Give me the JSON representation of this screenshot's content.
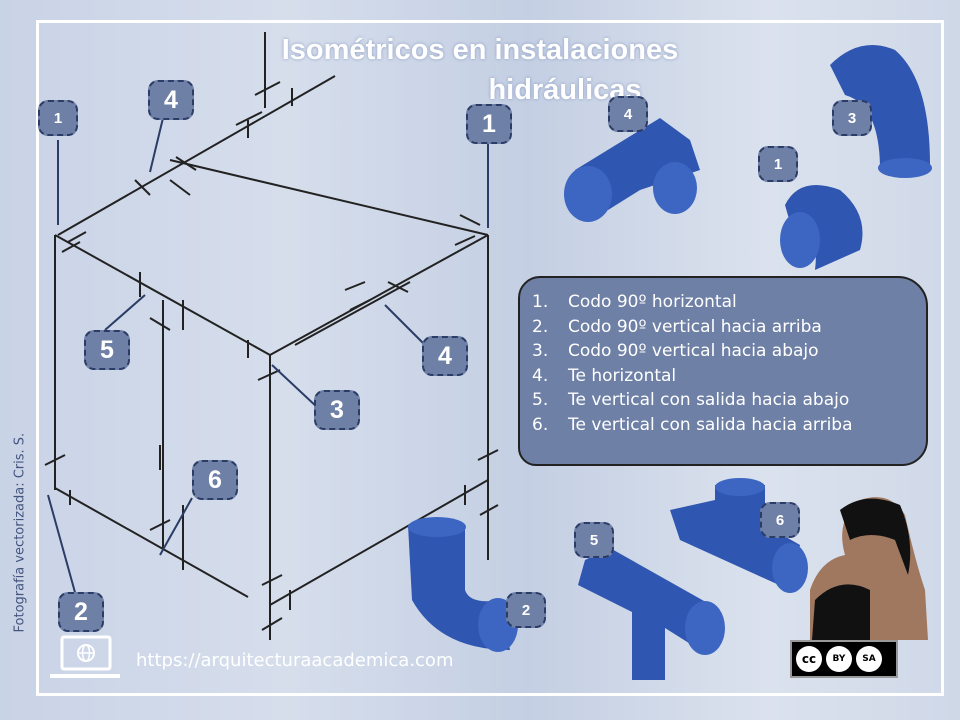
{
  "title_line1": "Isométricos en instalaciones",
  "title_line2": "hidráulicas",
  "diagram_labels": {
    "l1a": "1",
    "l4a": "4",
    "l1b": "1",
    "l5": "5",
    "l4b": "4",
    "l3": "3",
    "l6": "6",
    "l2": "2"
  },
  "fitting_labels": {
    "f4": "4",
    "f3": "3",
    "f1": "1",
    "f2": "2",
    "f5": "5",
    "f6": "6"
  },
  "legend": [
    {
      "n": "1.",
      "text": "Codo 90º horizontal"
    },
    {
      "n": "2.",
      "text": "Codo 90º vertical hacia arriba"
    },
    {
      "n": "3.",
      "text": "Codo 90º vertical hacia abajo"
    },
    {
      "n": "4.",
      "text": "Te horizontal"
    },
    {
      "n": "5.",
      "text": "Te vertical con salida hacia abajo"
    },
    {
      "n": "6.",
      "text": "Te vertical con salida hacia arriba"
    }
  ],
  "credit": "Fotografía vectorizada: Cris. S.",
  "url": "https://arquitecturaacademica.com",
  "license": {
    "cc": "cc",
    "by": "BY",
    "sa": "SA"
  },
  "colors": {
    "pipe": "#2f56b0",
    "badge": "#6f80a6"
  }
}
